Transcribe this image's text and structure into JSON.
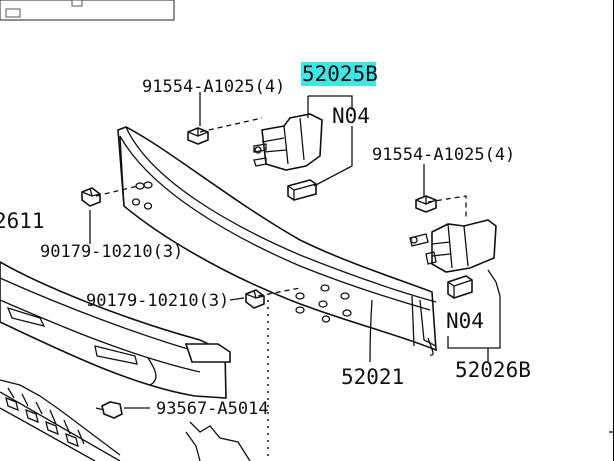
{
  "labels": {
    "highlighted_part": "52025B",
    "bolt_top": "91554-A1025(4)",
    "note_top": "N04",
    "bolt_right": "91554-A1025(4)",
    "nut_left": "90179-10210(3)",
    "nut_mid": "90179-10210(3)",
    "reinforcement": "52021",
    "note_bottom": "N04",
    "part_right": "52026B",
    "clip": "93567-A5014",
    "cover_partial": "2611"
  },
  "colors": {
    "highlight": "#3fe6e6",
    "ink": "#111111",
    "background": "#ffffff"
  }
}
